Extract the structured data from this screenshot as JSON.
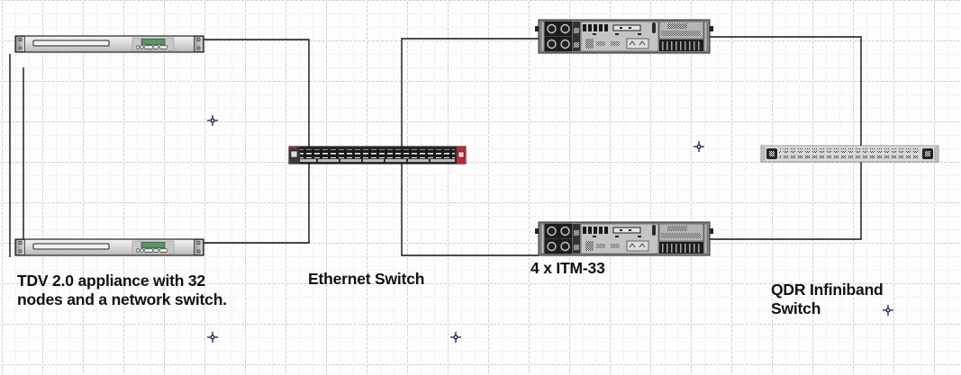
{
  "canvas": {
    "background": "#fdfdfd",
    "grid_color": "#b8b8b8"
  },
  "devices": [
    {
      "id": "tdv-appliance-1",
      "type": "1u-appliance",
      "display_color": "#4e9a62"
    },
    {
      "id": "tdv-appliance-2",
      "type": "1u-appliance",
      "display_color": "#4e9a62"
    },
    {
      "id": "ethernet-switch",
      "type": "network-switch",
      "accent": "#c1272d"
    },
    {
      "id": "itm-server-1",
      "type": "2u-server"
    },
    {
      "id": "itm-server-2",
      "type": "2u-server"
    },
    {
      "id": "qdr-infiniband-switch",
      "type": "infiniband-switch"
    }
  ],
  "connections": [
    {
      "from": "tdv-appliance-1",
      "to": "ethernet-switch"
    },
    {
      "from": "tdv-appliance-2",
      "to": "ethernet-switch"
    },
    {
      "from": "tdv-appliance-1",
      "to": "tdv-appliance-2",
      "note": "left-side links"
    },
    {
      "from": "ethernet-switch",
      "to": "itm-server-1"
    },
    {
      "from": "ethernet-switch",
      "to": "itm-server-2"
    },
    {
      "from": "itm-server-1",
      "to": "qdr-infiniband-switch"
    },
    {
      "from": "itm-server-2",
      "to": "qdr-infiniband-switch"
    }
  ],
  "labels": {
    "tdv": "TDV 2.0 appliance with 32\nnodes and a network switch.",
    "ethernet": "Ethernet Switch",
    "itm": "4 x ITM-33",
    "qdr": "QDR Infiniband\nSwitch"
  },
  "markers": [
    "crosshair",
    "crosshair",
    "crosshair",
    "crosshair",
    "crosshair"
  ]
}
